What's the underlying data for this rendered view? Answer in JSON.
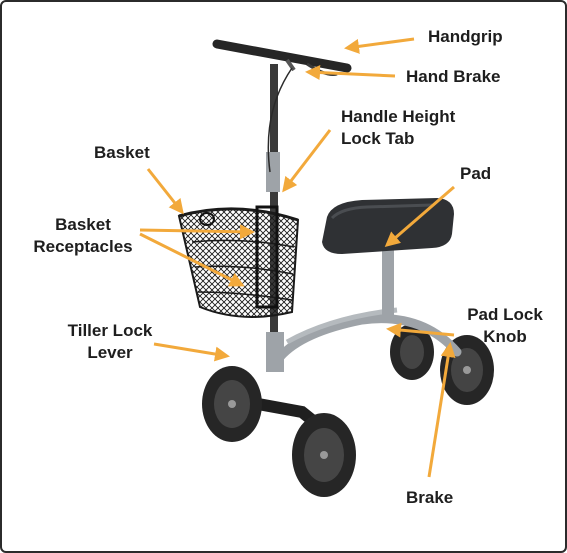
{
  "labels": {
    "handgrip": "Handgrip",
    "hand_brake": "Hand Brake",
    "handle_height_line1": "Handle Height",
    "handle_height_line2": "Lock Tab",
    "basket": "Basket",
    "pad": "Pad",
    "basket_receptacles_line1": "Basket",
    "basket_receptacles_line2": "Receptacles",
    "pad_lock_line1": "Pad Lock",
    "pad_lock_line2": "Knob",
    "tiller_lock_line1": "Tiller Lock",
    "tiller_lock_line2": "Lever",
    "brake": "Brake"
  },
  "colors": {
    "arrow": "#f2a93b",
    "frame_border": "#2b2b2b",
    "metal": "#9ea3a8",
    "tire": "#262626",
    "pad": "#2f3134",
    "label_text": "#1e1e1e"
  }
}
